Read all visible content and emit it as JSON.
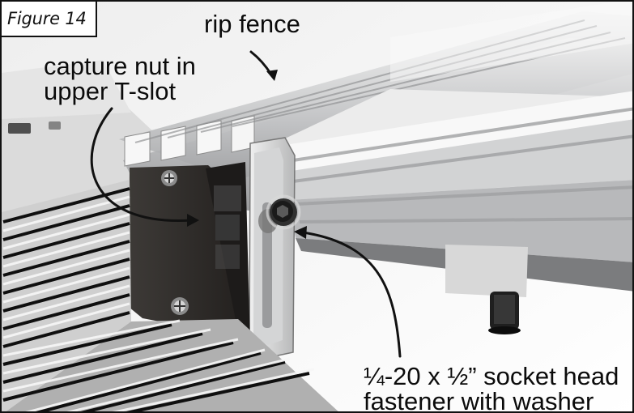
{
  "figure": {
    "label": "Figure 14"
  },
  "callouts": {
    "rip_fence": "rip fence",
    "capture_nut": [
      "capture nut in",
      "upper T-slot"
    ],
    "fastener": [
      "¼-20 x ½” socket head",
      "fastener with washer"
    ]
  },
  "colors": {
    "ink": "#111111",
    "paper": "#ffffff",
    "aluminum": "#d9dadb",
    "dark_plate": "#2d2a28"
  }
}
